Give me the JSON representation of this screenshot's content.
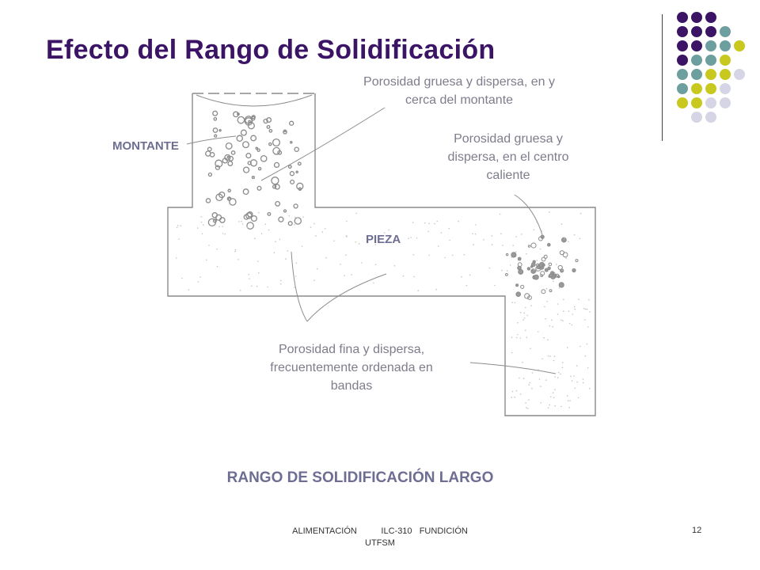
{
  "title": "Efecto del Rango de Solidificación",
  "palette": {
    "purple": "#3b1466",
    "teal": "#6e9f9f",
    "olive": "#c8c81e",
    "lavender": "#d5d5e6"
  },
  "decoration": {
    "dot_rows": [
      [
        "purple",
        "purple",
        "purple"
      ],
      [
        "purple",
        "purple",
        "purple",
        "teal"
      ],
      [
        "purple",
        "purple",
        "teal",
        "teal",
        "olive"
      ],
      [
        "purple",
        "teal",
        "teal",
        "olive"
      ],
      [
        "teal",
        "teal",
        "olive",
        "olive",
        "lavender"
      ],
      [
        "teal",
        "olive",
        "olive",
        "lavender"
      ],
      [
        "olive",
        "olive",
        "lavender",
        "lavender"
      ],
      [
        "lavender",
        "lavender"
      ]
    ]
  },
  "diagram": {
    "label_montante": "MONTANTE",
    "label_pieza": "PIEZA",
    "note_top": [
      "Porosidad gruesa y dispersa, en y",
      "cerca del montante"
    ],
    "note_right": [
      "Porosidad gruesa y",
      "dispersa, en el centro",
      "caliente"
    ],
    "note_bottom": [
      "Porosidad fina y dispersa,",
      "frecuentemente ordenada en",
      "bandas"
    ],
    "caption": "RANGO DE SOLIDIFICACIÓN LARGO"
  },
  "footer": {
    "line1": "ALIMENTACIÓN          ILC-310   FUNDICIÓN",
    "line2": "UTFSM",
    "page": "12"
  }
}
